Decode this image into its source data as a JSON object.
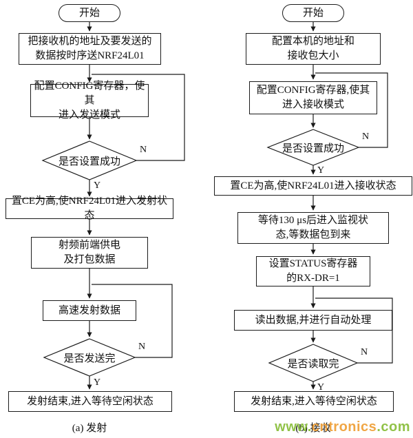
{
  "charts": [
    {
      "caption": "(a) 发射",
      "start": "开始",
      "boxes": [
        "把接收机的地址及要发送的\n数据按时序送NRF24L01",
        "配置CONFIG寄存器，使其\n进入发送模式",
        "置CE为高,使NRF24L01进入发射状态",
        "射频前端供电\n及打包数据",
        "高速发射数据",
        "发射结束,进入等待空闲状态"
      ],
      "decisions": [
        "是否设置成功",
        "是否发送完"
      ],
      "yes_label": "Y",
      "no_label": "N"
    },
    {
      "caption": "(b) 接收",
      "start": "开始",
      "boxes": [
        "配置本机的地址和\n接收包大小",
        "配置CONFIG寄存器,使其\n进入接收模式",
        "置CE为高,使NRF24L01进入接收状态",
        "等待130 μs后进入监视状\n态,等数据包到来",
        "设置STATUS寄存器\n的RX-DR=1",
        "读出数据,并进行自动处理",
        "发射结束,进入等待空闲状态"
      ],
      "decisions": [
        "是否设置成功",
        "是否读取完"
      ],
      "yes_label": "Y",
      "no_label": "N"
    }
  ],
  "watermark": {
    "prefix": "www.",
    "name": "cntronics",
    "suffix": ".com"
  }
}
